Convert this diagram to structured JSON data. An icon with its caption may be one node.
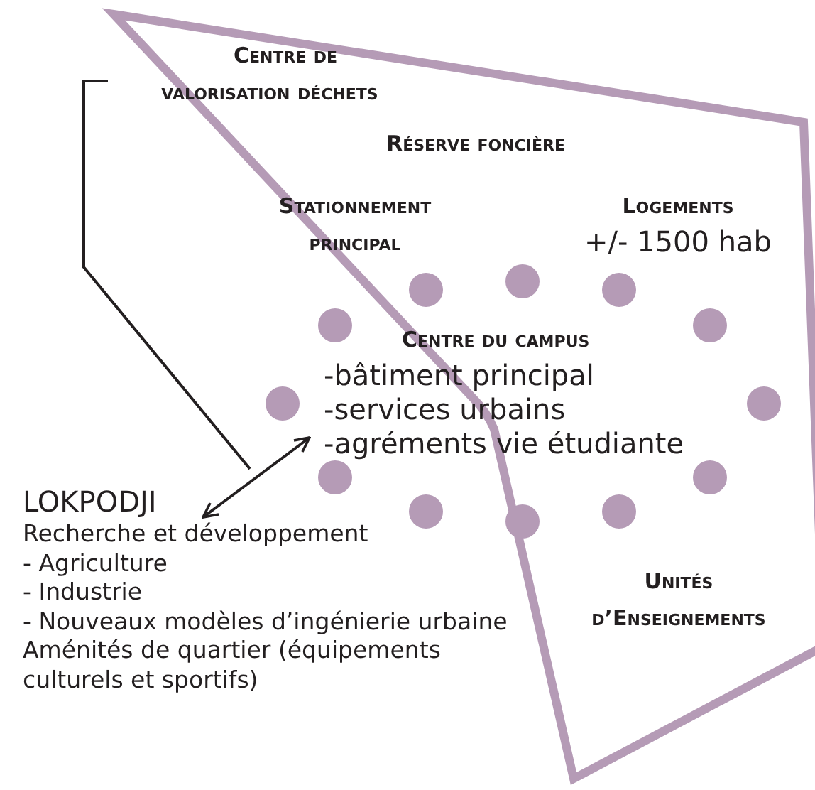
{
  "diagram": {
    "nodes": [
      {
        "text": [
          "Centre de valorisation déchets"
        ]
      },
      {
        "text": [
          "Réserve foncière"
        ]
      },
      {
        "text": [
          "Stationnement principal"
        ]
      },
      {
        "text": [
          "Logements",
          "+/- 1500 hab"
        ]
      },
      {
        "text": [
          "Centre du campus",
          "-bâtiment principal",
          "-services urbains",
          "-agréments vie étudiante"
        ]
      },
      {
        "text": [
          "LOKPODJI",
          "Recherche et développement",
          "- Agriculture",
          "- Industrie",
          "- Nouveaux modèles d’ingénierie urbaine",
          "Aménités de quartier (équipements culturels et sportifs)"
        ]
      },
      {
        "text": [
          "Unités d’Enseignements"
        ]
      }
    ],
    "edges": [
      {
        "from": 5,
        "to": 4,
        "arrow": "both"
      }
    ]
  }
}
